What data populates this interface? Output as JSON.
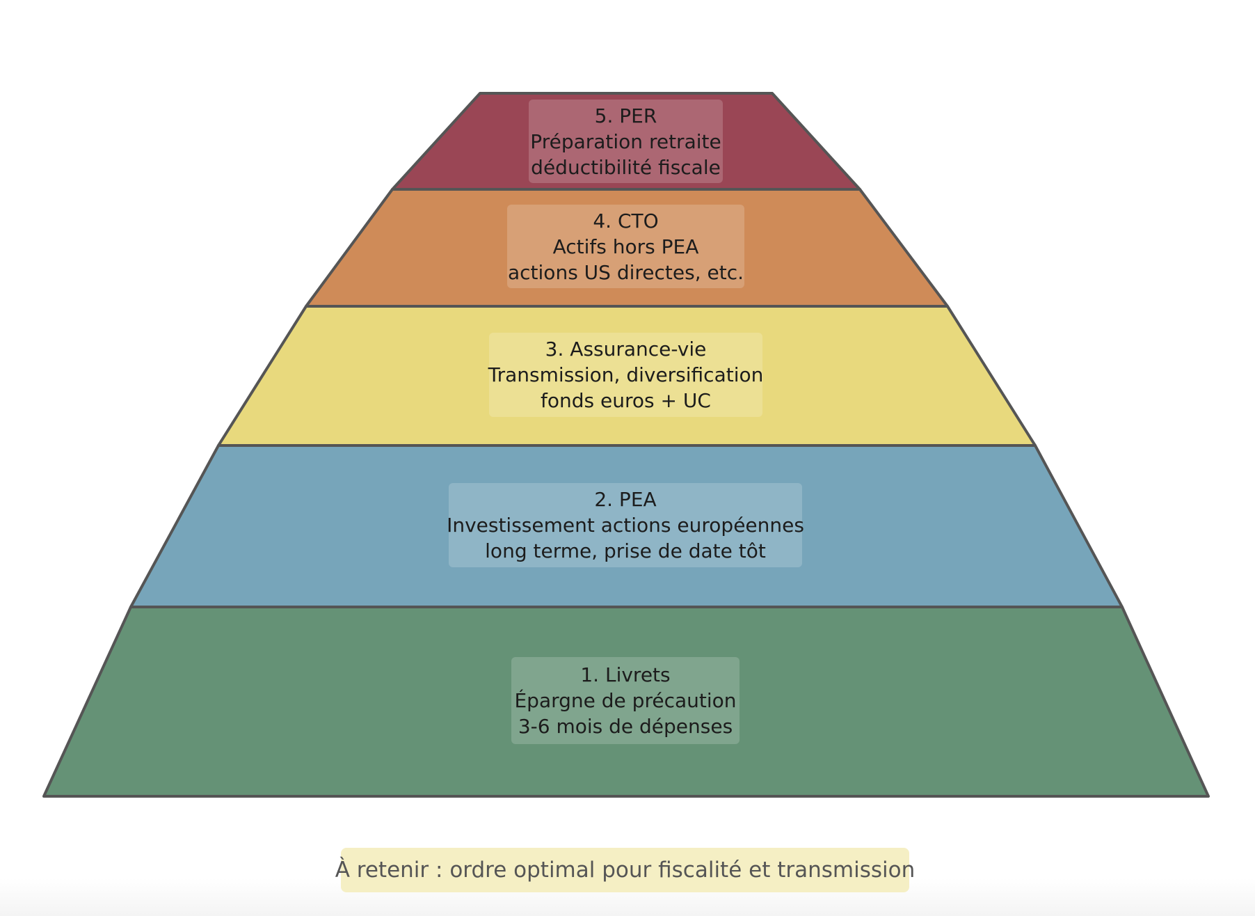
{
  "tiers": [
    {
      "title": "5. PER",
      "line1": "Préparation retraite",
      "line2": "déductibilité fiscale",
      "color": "#9a4655"
    },
    {
      "title": "4. CTO",
      "line1": "Actifs hors PEA",
      "line2": "actions US directes, etc.",
      "color": "#cf8b58"
    },
    {
      "title": "3. Assurance-vie",
      "line1": "Transmission, diversification",
      "line2": "fonds euros + UC",
      "color": "#e8d97d"
    },
    {
      "title": "2. PEA",
      "line1": "Investissement actions européennes",
      "line2": "long terme, prise de date tôt",
      "color": "#77a5ba"
    },
    {
      "title": "1. Livrets",
      "line1": "Épargne de précaution",
      "line2": "3-6 mois de dépenses",
      "color": "#659276"
    }
  ],
  "outline_color": "#555555",
  "note": {
    "text": "À retenir : ordre optimal pour fiscalité et transmission"
  }
}
